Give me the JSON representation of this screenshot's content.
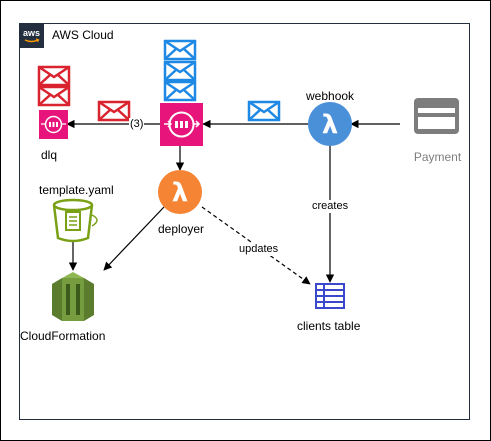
{
  "cloud": {
    "title": "AWS Cloud",
    "logo_text": "aws"
  },
  "nodes": {
    "dlq": {
      "label": "dlq"
    },
    "webhook": {
      "label": "webhook"
    },
    "deployer": {
      "label": "deployer"
    },
    "template": {
      "label": "template.yaml"
    },
    "cloudformation": {
      "label": "CloudFormation"
    },
    "clients_table": {
      "label": "clients table"
    },
    "payment": {
      "label": "Payment"
    }
  },
  "edges": {
    "queue_to_dlq": {
      "label": "(3)"
    },
    "webhook_creates": {
      "label": "creates"
    },
    "deployer_updates": {
      "label": "updates"
    }
  },
  "colors": {
    "sqs_pink": "#E7157B",
    "lambda_orange": "#F58534",
    "lambda_blue": "#4A90D9",
    "mail_red": "#D9232E",
    "mail_blue": "#1E88E5",
    "s3_green": "#7AA116",
    "cloudformation_green": "#759C3E",
    "dynamodb_blue": "#3B48CC",
    "payment_gray": "#7D7D7D"
  }
}
